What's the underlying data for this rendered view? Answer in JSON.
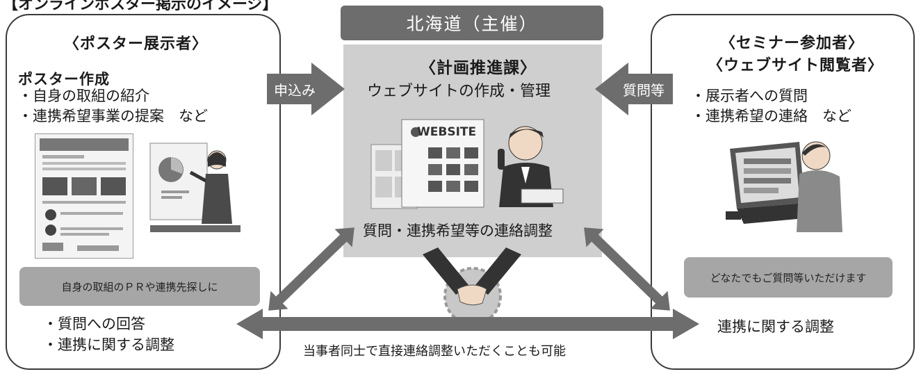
{
  "title_fragment": "【オンラインポスター掲示のイメージ】",
  "organizer": "北海道（主催）",
  "left_panel": {
    "heading": "〈ポスター展示者〉",
    "sub_heading": "ポスター作成",
    "bullets": [
      "・自身の取組の紹介",
      "・連携希望事業の提案　など"
    ],
    "box_text": "自身の取組のＰＲや連携先探しに",
    "bottom_bullets": [
      "・質問への回答",
      "・連携に関する調整"
    ]
  },
  "center_panel": {
    "heading": "〈計画推進課〉",
    "subtitle": "ウェブサイトの作成・管理",
    "website_label": "WEBSITE",
    "bottom_text": "質問・連携希望等の連絡調整"
  },
  "right_panel": {
    "heading_1": "〈セミナー参加者〉",
    "heading_2": "〈ウェブサイト閲覧者〉",
    "bullets": [
      "・展示者への質問",
      "・連携希望の連絡　など"
    ],
    "box_text": "どなたでもご質問等いただけます",
    "bottom_text": "連携に関する調整"
  },
  "arrows": {
    "left_label": "申込み",
    "right_label": "質問等",
    "bottom_label": "当事者同士で直接連絡調整いただくことも可能"
  },
  "icons": [
    "poster-icon",
    "presenter-icon",
    "website-icon",
    "operator-icon",
    "handshake-icon",
    "laptop-user-icon"
  ]
}
